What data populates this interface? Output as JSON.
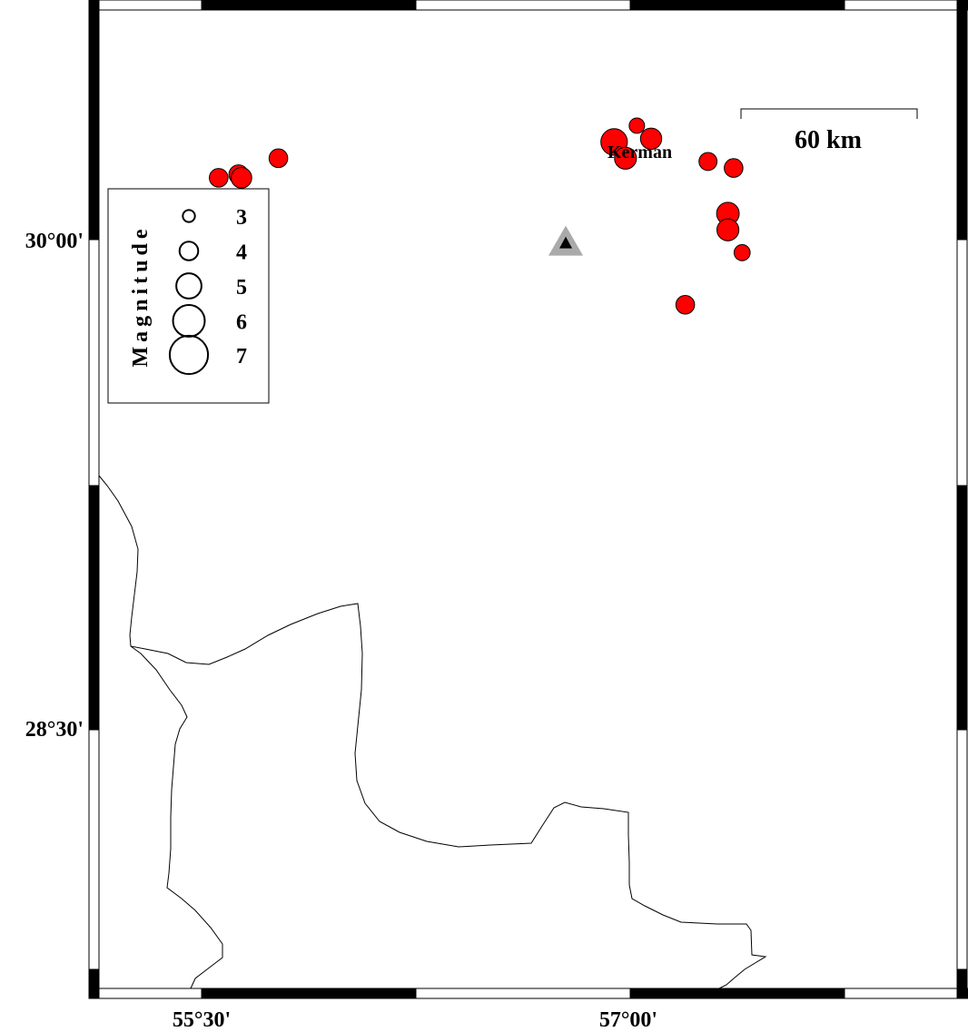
{
  "map": {
    "axes": {
      "lon_ticks": [
        {
          "label": "55°30'",
          "lon": 55.5
        },
        {
          "label": "57°00'",
          "lon": 57.0
        }
      ],
      "lat_ticks": [
        {
          "label": "30°00'",
          "lat": 30.0
        },
        {
          "label": "28°30'",
          "lat": 28.5
        }
      ]
    },
    "colors": {
      "event_fill": "#ff0000",
      "event_stroke": "#000000",
      "station_outer": "#aaaaaa",
      "station_inner": "#000000",
      "frame_dark": "#000000",
      "frame_light": "#ffffff"
    },
    "city": {
      "name": "Kerman",
      "lon": 57.08,
      "lat": 30.27
    },
    "station": {
      "lon": 56.78,
      "lat": 29.99
    },
    "scale_bar": {
      "label": "60 km"
    },
    "legend": {
      "title": "Magnitude",
      "items": [
        {
          "label": "3",
          "mag": 3
        },
        {
          "label": "4",
          "mag": 4
        },
        {
          "label": "5",
          "mag": 5
        },
        {
          "label": "6",
          "mag": 6
        },
        {
          "label": "7",
          "mag": 7
        }
      ]
    },
    "events": [
      {
        "lon": 55.56,
        "lat": 30.19,
        "mag": 4.0
      },
      {
        "lon": 55.63,
        "lat": 30.2,
        "mag": 4.1
      },
      {
        "lon": 55.64,
        "lat": 30.19,
        "mag": 4.3
      },
      {
        "lon": 55.77,
        "lat": 30.25,
        "mag": 4.0
      },
      {
        "lon": 56.95,
        "lat": 30.3,
        "mag": 5.2
      },
      {
        "lon": 56.99,
        "lat": 30.25,
        "mag": 4.5
      },
      {
        "lon": 57.03,
        "lat": 30.35,
        "mag": 3.5
      },
      {
        "lon": 57.08,
        "lat": 30.31,
        "mag": 4.4
      },
      {
        "lon": 57.28,
        "lat": 30.24,
        "mag": 3.9
      },
      {
        "lon": 57.37,
        "lat": 30.22,
        "mag": 4.0
      },
      {
        "lon": 57.35,
        "lat": 30.08,
        "mag": 4.6
      },
      {
        "lon": 57.35,
        "lat": 30.03,
        "mag": 4.5
      },
      {
        "lon": 57.4,
        "lat": 29.96,
        "mag": 3.6
      },
      {
        "lon": 57.2,
        "lat": 29.8,
        "mag": 4.0
      }
    ]
  }
}
